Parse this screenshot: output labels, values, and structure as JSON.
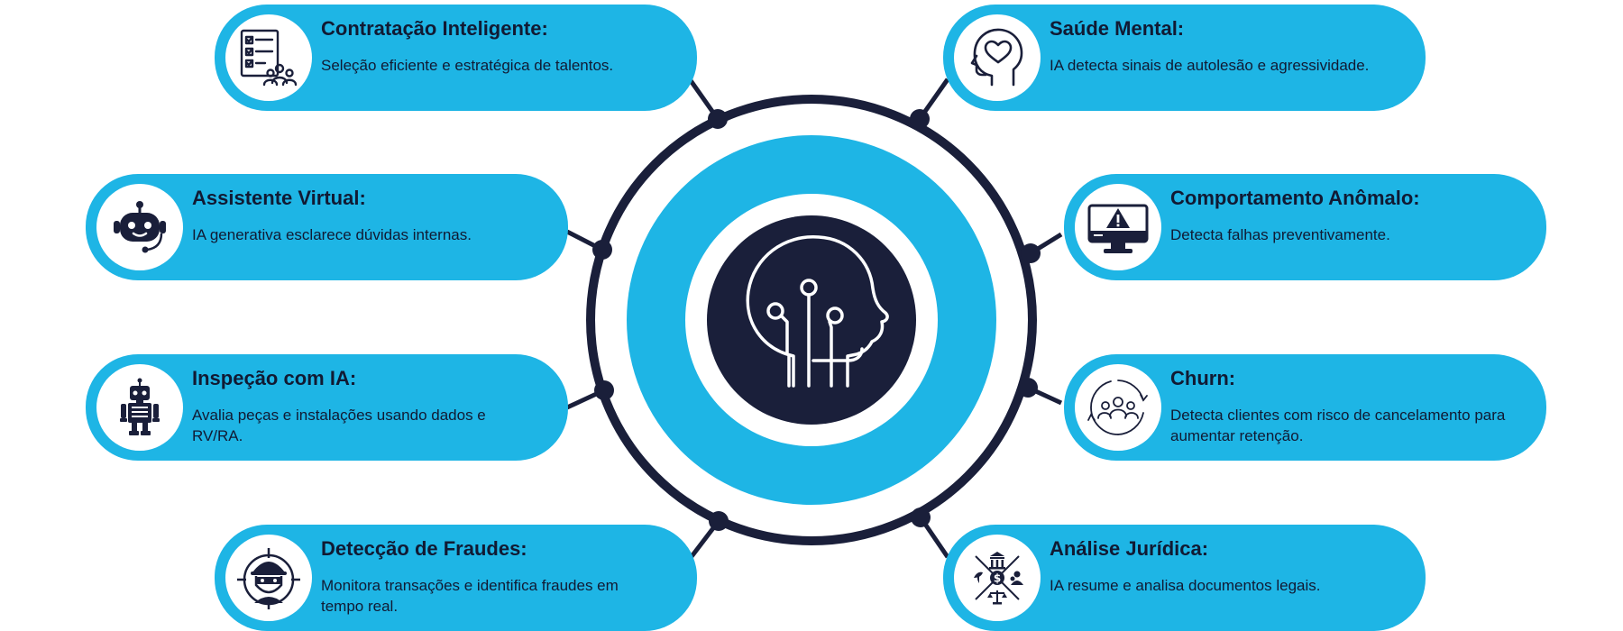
{
  "colors": {
    "accent": "#1eb5e5",
    "dark": "#1a1f3a",
    "white": "#ffffff"
  },
  "center": {
    "icon": "ai-head-circuit-icon"
  },
  "cards": [
    {
      "id": "contratacao",
      "icon": "checklist-people-icon",
      "title": "Contratação Inteligente:",
      "desc": "Seleção eficiente e estratégica de talentos."
    },
    {
      "id": "assistente",
      "icon": "chatbot-headset-icon",
      "title": "Assistente Virtual:",
      "desc": "IA generativa esclarece dúvidas internas."
    },
    {
      "id": "inspecao",
      "icon": "robot-icon",
      "title": "Inspeção com IA:",
      "desc": "Avalia peças e instalações usando dados e RV/RA."
    },
    {
      "id": "fraudes",
      "icon": "masked-thief-target-icon",
      "title": "Detecção de Fraudes:",
      "desc": "Monitora transações e identifica fraudes em tempo real."
    },
    {
      "id": "saude",
      "icon": "head-heart-icon",
      "title": "Saúde Mental:",
      "desc": "IA detecta sinais de autolesão e agressividade."
    },
    {
      "id": "comportamento",
      "icon": "monitor-warning-icon",
      "title": "Comportamento Anômalo:",
      "desc": "Detecta falhas preventivamente."
    },
    {
      "id": "churn",
      "icon": "people-cycle-icon",
      "title": "Churn:",
      "desc": "Detecta clientes com risco de cancelamento para aumentar retenção."
    },
    {
      "id": "juridica",
      "icon": "legal-scales-icon",
      "title": "Análise Jurídica:",
      "desc": "IA resume e analisa documentos legais."
    }
  ]
}
